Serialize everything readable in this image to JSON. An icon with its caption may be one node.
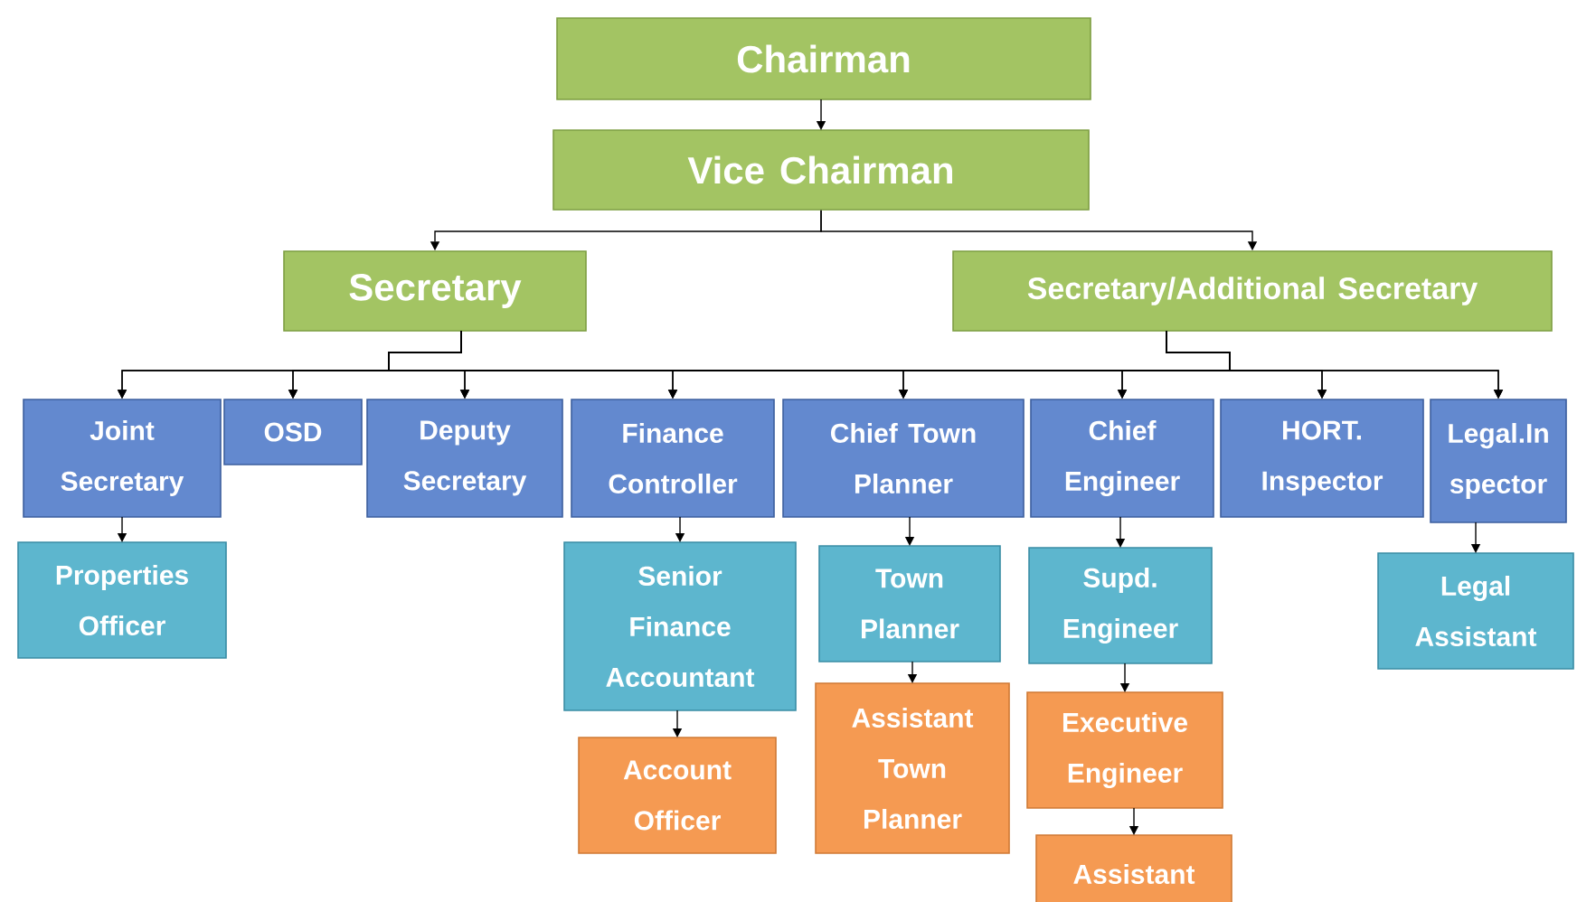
{
  "diagram": {
    "nodes": [
      {
        "text": [
          "Chairman"
        ]
      },
      {
        "text": [
          "Vice Chairman"
        ]
      },
      {
        "text": [
          "Secretary"
        ]
      },
      {
        "text": [
          "Secretary/Additional Secretary"
        ]
      },
      {
        "text": [
          "Joint Secretary"
        ]
      },
      {
        "text": [
          "OSD"
        ]
      },
      {
        "text": [
          "Deputy Secretary"
        ]
      },
      {
        "text": [
          "Finance Controller"
        ]
      },
      {
        "text": [
          "Chief Town Planner"
        ]
      },
      {
        "text": [
          "Chief Engineer"
        ]
      },
      {
        "text": [
          "HORT. Inspector"
        ]
      },
      {
        "text": [
          "Legal.In spector"
        ]
      },
      {
        "text": [
          "Properties Officer"
        ]
      },
      {
        "text": [
          "Senior Finance Accountant"
        ]
      },
      {
        "text": [
          "Account Officer"
        ]
      },
      {
        "text": [
          "Town Planner"
        ]
      },
      {
        "text": [
          "Assistant Town Planner"
        ]
      },
      {
        "text": [
          "Supd. Engineer"
        ]
      },
      {
        "text": [
          "Executive Engineer"
        ]
      },
      {
        "text": [
          "Assistant"
        ]
      },
      {
        "text": [
          "Legal Assistant"
        ]
      }
    ],
    "edges": [
      {
        "from": 0,
        "to": 1,
        "arrow": "to"
      },
      {
        "from": 1,
        "to": 2,
        "arrow": "to"
      },
      {
        "from": 1,
        "to": 3,
        "arrow": "to"
      },
      {
        "from": 2,
        "to": 4,
        "arrow": "to"
      },
      {
        "from": 2,
        "to": 5,
        "arrow": "to"
      },
      {
        "from": 2,
        "to": 6,
        "arrow": "to"
      },
      {
        "from": 2,
        "to": 7,
        "arrow": "to"
      },
      {
        "from": 2,
        "to": 8,
        "arrow": "to"
      },
      {
        "from": 2,
        "to": 9,
        "arrow": "to"
      },
      {
        "from": 2,
        "to": 10,
        "arrow": "to"
      },
      {
        "from": 2,
        "to": 11,
        "arrow": "to"
      },
      {
        "from": 3,
        "to": 4,
        "arrow": "to"
      },
      {
        "from": 3,
        "to": 5,
        "arrow": "to"
      },
      {
        "from": 3,
        "to": 6,
        "arrow": "to"
      },
      {
        "from": 3,
        "to": 7,
        "arrow": "to"
      },
      {
        "from": 3,
        "to": 8,
        "arrow": "to"
      },
      {
        "from": 3,
        "to": 9,
        "arrow": "to"
      },
      {
        "from": 3,
        "to": 10,
        "arrow": "to"
      },
      {
        "from": 3,
        "to": 11,
        "arrow": "to"
      },
      {
        "from": 4,
        "to": 12,
        "arrow": "to"
      },
      {
        "from": 7,
        "to": 13,
        "arrow": "to"
      },
      {
        "from": 13,
        "to": 14,
        "arrow": "to"
      },
      {
        "from": 8,
        "to": 15,
        "arrow": "to"
      },
      {
        "from": 15,
        "to": 16,
        "arrow": "to"
      },
      {
        "from": 9,
        "to": 17,
        "arrow": "to"
      },
      {
        "from": 17,
        "to": 18,
        "arrow": "to"
      },
      {
        "from": 18,
        "to": 19,
        "arrow": "to"
      },
      {
        "from": 11,
        "to": 20,
        "arrow": "to"
      }
    ]
  }
}
